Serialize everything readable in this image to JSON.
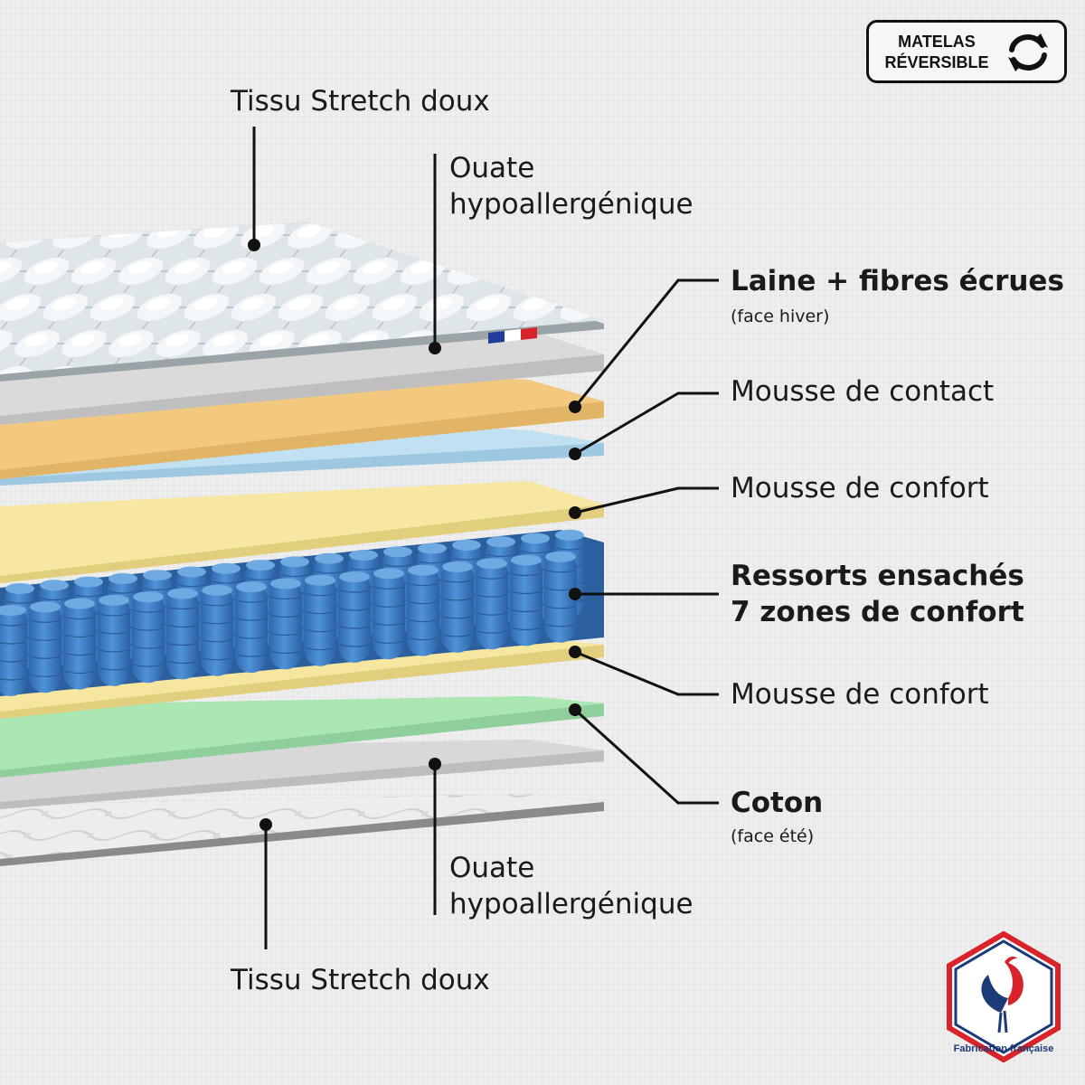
{
  "badge": {
    "line1": "MATELAS",
    "line2": "RÉVERSIBLE",
    "icon": "reverse-arrows-icon"
  },
  "labels": {
    "top_fabric": "Tissu Stretch doux",
    "top_wadding_1": "Ouate",
    "top_wadding_2": "hypoallergénique",
    "wool": "Laine + fibres écrues",
    "wool_note": "(face hiver)",
    "contact_foam": "Mousse de contact",
    "comfort_foam_top": "Mousse de confort",
    "springs_1": "Ressorts ensachés",
    "springs_2": "7 zones de confort",
    "comfort_foam_bottom": "Mousse de confort",
    "cotton": "Coton",
    "cotton_note": "(face été)",
    "bottom_wadding_1": "Ouate",
    "bottom_wadding_2": "hypoallergénique",
    "bottom_fabric": "Tissu Stretch doux"
  },
  "origin": {
    "caption": "Fabrication française",
    "icon": "rooster-icon",
    "colors": {
      "blue": "#1d3a78",
      "red": "#d8232a",
      "white": "#ffffff"
    }
  },
  "layer_colors": {
    "fabric": "#e3e8ec",
    "wadding": "#d6d6d6",
    "wool": "#f0c77e",
    "contact_foam": "#bcdcef",
    "comfort_foam": "#f5e7a2",
    "springs": "#3f7fc4",
    "cotton": "#a9e6b2"
  },
  "flag": {
    "blue": "#1f3d99",
    "white": "#ffffff",
    "red": "#d8232a"
  }
}
